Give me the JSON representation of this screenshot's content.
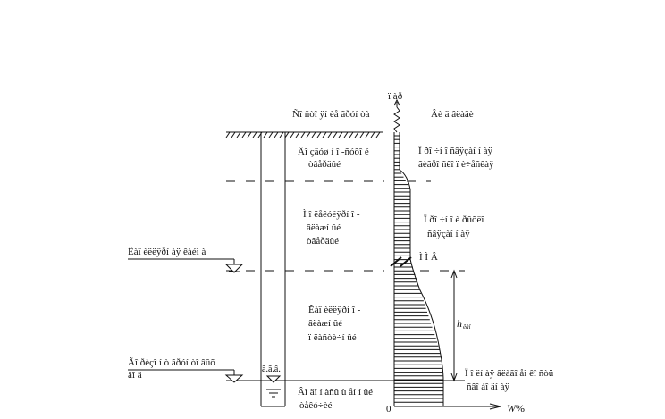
{
  "labels": {
    "top_arrow": "ï àð",
    "surface_state": "Ñî ñòî ÿí èå ãðóí òà",
    "moisture_type": "Âè ä âëàãè",
    "zone1_line1": "Âî çäóø í î -ñóõî é",
    "zone1_line2": "òâåðäûé",
    "moisture1_line1": "Ï ðî ÷í î ñâÿçàí í àÿ",
    "moisture1_line2": "ãèãðî ñêî ï è÷åñêàÿ",
    "zone2_line1": "Ì î ëåêóëÿðí î -",
    "zone2_line2": "âëàæí ûé",
    "zone2_line3": "òâåðäûé",
    "moisture2_line1": "Ï ðî ÷í î è ðûõëî",
    "moisture2_line2": "ñâÿçàí í àÿ",
    "mmv_label": "Ì Ì Â",
    "capillary_level": "Êàï èëëÿðí àÿ êàéì à",
    "zone3_line1": "Êàï èëëÿðí î -",
    "zone3_line2": "âëàæí ûé",
    "zone3_line3": "ï ëàñòè÷í ûé",
    "h_symbol": "h",
    "h_subscript": "êàï",
    "free_water_line1": "Ï î ëí àÿ âëàãî åì êî ñòü",
    "free_water_line2": "ñâî áî äí àÿ",
    "groundwater_line1": "Ãî ðèçî í ò ãðóí òî âûõ",
    "groundwater_line2": "âî ä",
    "ggv_label": "ã.ã.â.",
    "zone4_line1": "Âî äî í àñû ù åí í ûé",
    "zone4_line2": "òåêó÷èé",
    "zero_label": "0",
    "w_symbol": "W",
    "w_unit": "%"
  },
  "colors": {
    "ink": "#111111",
    "background": "#ffffff"
  }
}
